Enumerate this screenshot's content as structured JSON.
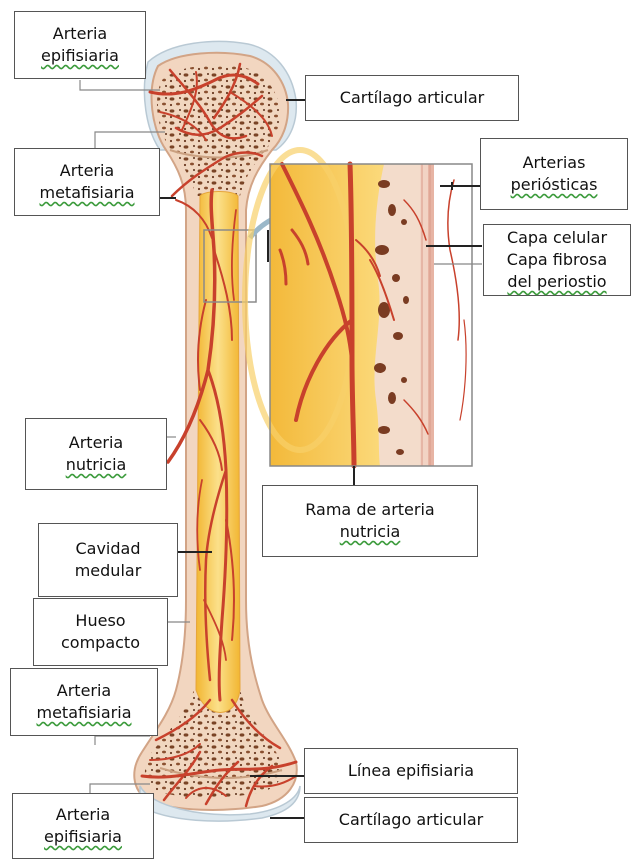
{
  "labels": {
    "epi_top": [
      "Arteria",
      "epifisiaria"
    ],
    "cartilago_top": "Cartílago articular",
    "meta_top": [
      "Arteria",
      "metafisiaria"
    ],
    "arterias_periosticas": [
      "Arterias",
      "periósticas"
    ],
    "periostio": [
      "Capa celular",
      "Capa fibrosa",
      "del periostio"
    ],
    "nutricia": [
      "Arteria",
      "nutricia"
    ],
    "rama_nutricia": [
      "Rama de arteria",
      "nutricia"
    ],
    "cavidad": [
      "Cavidad",
      "medular"
    ],
    "hueso": [
      "Hueso",
      "compacto"
    ],
    "meta_bottom": [
      "Arteria",
      "metafisiaria"
    ],
    "linea": "Línea epifisiaria",
    "epi_bottom": [
      "Arteria",
      "epifisiaria"
    ],
    "cartilago_bottom": "Cartílago articular"
  },
  "colors": {
    "bone": "#f3d9c7",
    "bone_edge": "#d9a98c",
    "cartilage": "#dbe7ef",
    "marrow": "#f6c23a",
    "marrow_light": "#fbe08a",
    "artery": "#c8412c",
    "spongy_dot": "#6b3a22"
  }
}
